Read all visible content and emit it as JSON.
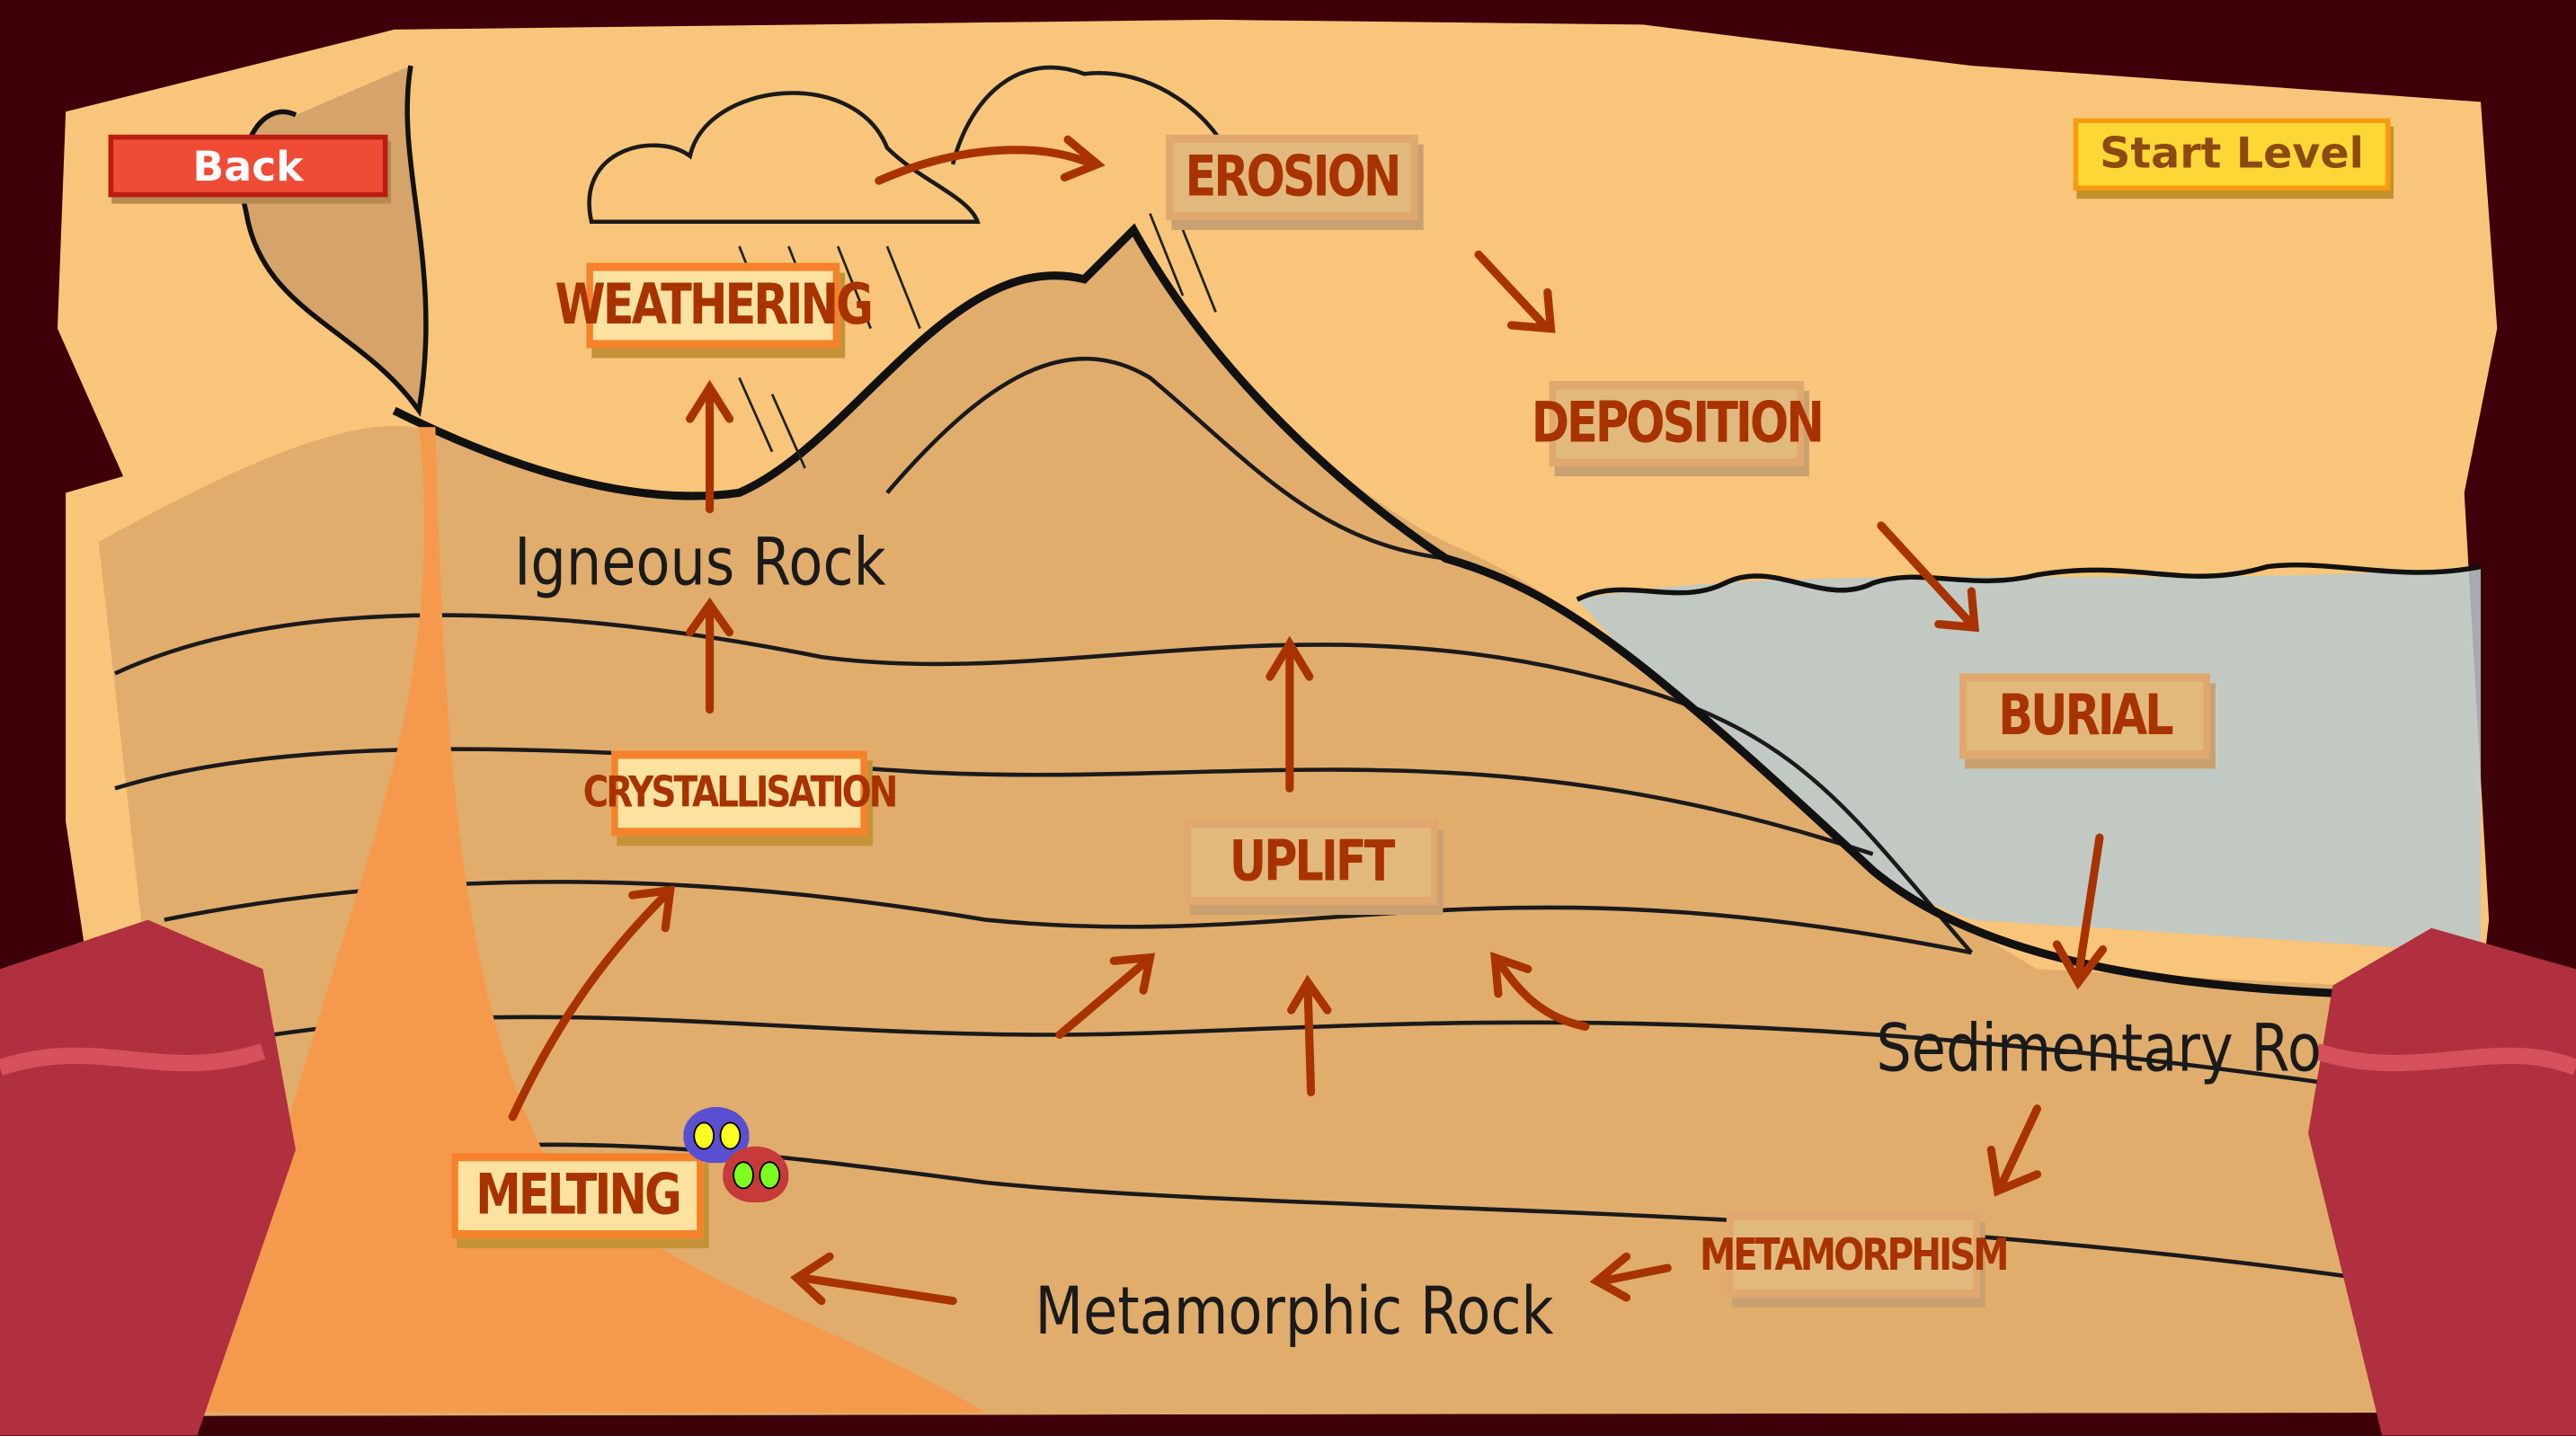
{
  "buttons": {
    "back": "Back",
    "start_level": "Start Level"
  },
  "stages": {
    "weathering": "WEATHERING",
    "erosion": "EROSION",
    "deposition": "DEPOSITION",
    "burial": "BURIAL",
    "crystallisation": "CRYSTALLISATION",
    "uplift": "UPLIFT",
    "melting": "MELTING",
    "metamorphism": "METAMORPHISM"
  },
  "rocks": {
    "igneous": "Igneous Rock",
    "sedimentary": "Sedimentary Ro",
    "metamorphic": "Metamorphic Rock"
  },
  "colors": {
    "background": "#3d0008",
    "parchment": "#f8c57a",
    "arrow": "#a83300",
    "water": "#b7c9cf",
    "lava": "#f59a4c"
  }
}
